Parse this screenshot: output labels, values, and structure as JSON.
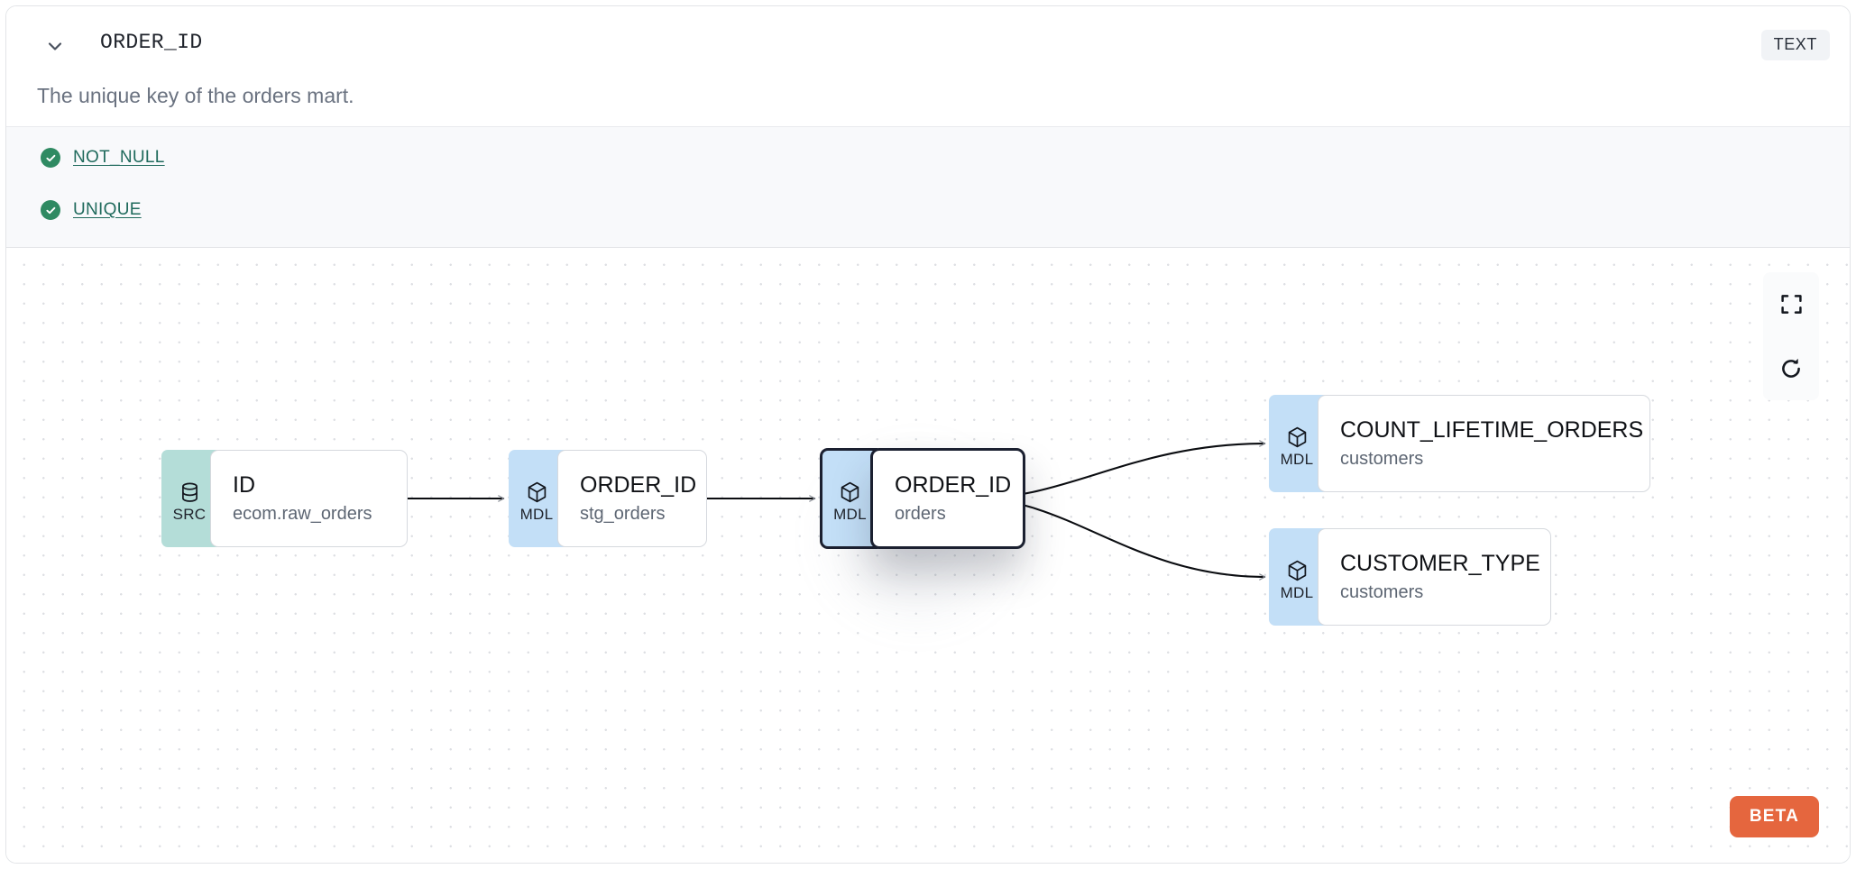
{
  "panel": {
    "collapse_icon": "chevron-down-icon",
    "column_name": "ORDER_ID",
    "data_type_badge": "TEXT",
    "description": "The unique key of the orders mart."
  },
  "tests": [
    {
      "icon": "check-circle-icon",
      "label": "NOT_NULL",
      "status": "passed"
    },
    {
      "icon": "check-circle-icon",
      "label": "UNIQUE",
      "status": "passed"
    }
  ],
  "lineage": {
    "nodes": [
      {
        "id": "src",
        "badge": "SRC",
        "badge_icon": "database-icon",
        "name": "ID",
        "parent": "ecom.raw_orders",
        "selected": false
      },
      {
        "id": "stg",
        "badge": "MDL",
        "badge_icon": "cube-icon",
        "name": "ORDER_ID",
        "parent": "stg_orders",
        "selected": false
      },
      {
        "id": "orders",
        "badge": "MDL",
        "badge_icon": "cube-icon",
        "name": "ORDER_ID",
        "parent": "orders",
        "selected": true
      },
      {
        "id": "count",
        "badge": "MDL",
        "badge_icon": "cube-icon",
        "name": "COUNT_LIFETIME_ORDERS",
        "parent": "customers",
        "selected": false
      },
      {
        "id": "custtype",
        "badge": "MDL",
        "badge_icon": "cube-icon",
        "name": "CUSTOMER_TYPE",
        "parent": "customers",
        "selected": false
      }
    ],
    "edges": [
      {
        "from": "src",
        "to": "stg",
        "style": "straight"
      },
      {
        "from": "stg",
        "to": "orders",
        "style": "straight"
      },
      {
        "from": "orders",
        "to": "count",
        "style": "bezier"
      },
      {
        "from": "orders",
        "to": "custtype",
        "style": "bezier"
      }
    ],
    "controls": [
      {
        "name": "fit-view-button",
        "icon": "fit-screen-icon"
      },
      {
        "name": "reset-button",
        "icon": "refresh-icon"
      }
    ],
    "beta_label": "BETA"
  },
  "colors": {
    "src_badge": "#b4ddd8",
    "mdl_badge": "#c3dff7",
    "test_pass": "#2f8a62",
    "test_link": "#1f6a5c",
    "beta": "#e5663e",
    "selected_border": "#1b2030"
  }
}
